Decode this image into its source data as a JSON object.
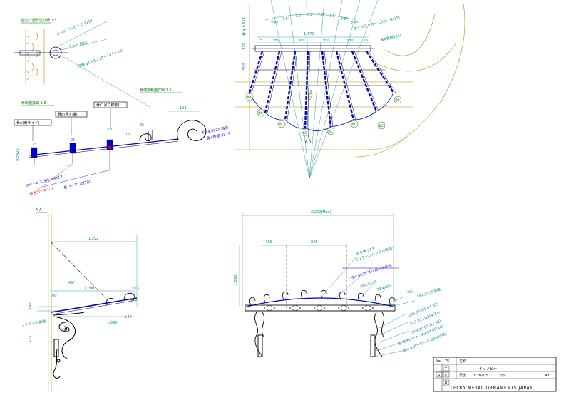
{
  "titles": {
    "wall_detail": "壁付け部取付詳細 1:5",
    "front_section": "骨断面詳細 1:5",
    "end_detail": "骨端部断面詳細 1:5",
    "section_aa": "A-A"
  },
  "detail_labels": {
    "anchor": "オールアンカー C-1212",
    "nut": "ナット M12",
    "turnbuckle": "吊棒 φ13(1/2)ターンバックル",
    "bone_c": "骨C(吊り棒部)",
    "bone_b": "骨B(押え縁)",
    "bone_a": "骨A(両サイド)",
    "set_screw": "セットビス 5/6 M4X12",
    "caulking": "防水コーキング",
    "flat_bar": "FB 4.5X25 溶接",
    "angle": "骨 L型鋼 3X25",
    "pipe": "鉄パイプ 13(1/2)",
    "bone_mat": "骨 L型鋼 3X25"
  },
  "plan": {
    "dim_total": "1,470",
    "dim_segments": [
      "75",
      "380",
      "380",
      "380",
      "380",
      "75"
    ],
    "angles": [
      "7.5°",
      "7.5°",
      "7.5°",
      "7.5°",
      "7.5°",
      "7.5°",
      "7.5°",
      "7.5°"
    ],
    "left_dim": "骨 φ A.614",
    "depth_a": "120",
    "depth_b": "500",
    "anchor_label": "オールアンカー C1212(M12)",
    "bolt_label": "骨A受材13.2",
    "radius": "R2,390",
    "bones": [
      "骨A",
      "骨B",
      "骨C",
      "骨D",
      "骨C",
      "骨D",
      "骨C",
      "骨A"
    ]
  },
  "side": {
    "dim_top": "1,292",
    "angle": "45°",
    "dim_mid": "1,090",
    "dim_a": "100",
    "dim_b": "115",
    "dim_c": "140",
    "dim_d": "775",
    "dim_bottom": "1,090",
    "lbl_fb": "ブラケット補強",
    "lbl_hole": "∠40"
  },
  "front": {
    "dim_total": "2,260(Max)",
    "dim_left": "435",
    "dim_mid": "845",
    "height": "1,090",
    "notes": [
      "吊り棒 φ13",
      "1/2ターンバックル(5個)",
      "FB4.5X25 スクロール(16)",
      "FB4.5X25",
      "FB4X25",
      "M6",
      "FB4.5X25溶接",
      "223.20 D13(4.32)",
      "223.22 D13(4.32)",
      "213.20 D13(4.32)",
      "取付プレート 303.04.05(18)",
      "オールアンカー C-0890(M6)"
    ]
  },
  "title_block": {
    "no_label": "No.",
    "no_value": "75",
    "name_label": "名称",
    "name_value": "キャノピー",
    "scale_label": "尺度",
    "scale_value": "1:20/1:5",
    "date_label": "日付",
    "date_value": "",
    "sheet_value": "A3",
    "marks": [
      "T",
      "F",
      "R",
      "R"
    ],
    "company": "LECKY METAL ORNAMENTS JAPAN"
  },
  "colors": {
    "dim": "#008a8a",
    "blue": "#0000cc",
    "red": "#cc0000",
    "wall": "#b09000",
    "green": "#007a00",
    "black": "#000000"
  }
}
